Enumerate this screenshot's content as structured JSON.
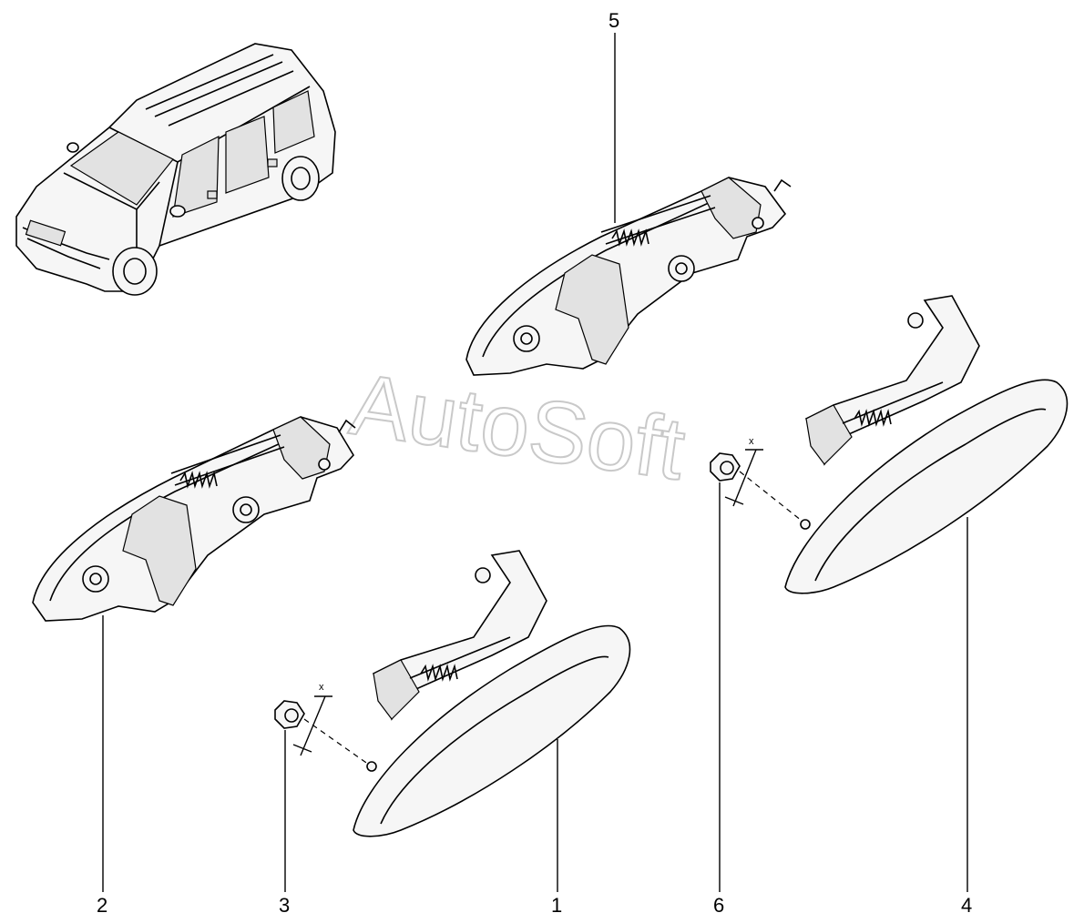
{
  "watermark": {
    "text": "AutoSoft"
  },
  "callouts": [
    {
      "id": "1",
      "label": "1"
    },
    {
      "id": "2",
      "label": "2"
    },
    {
      "id": "3",
      "label": "3"
    },
    {
      "id": "4",
      "label": "4"
    },
    {
      "id": "5",
      "label": "5"
    },
    {
      "id": "6",
      "label": "6"
    }
  ],
  "dimension_marks": [
    {
      "label": "x"
    },
    {
      "label": "x"
    }
  ]
}
